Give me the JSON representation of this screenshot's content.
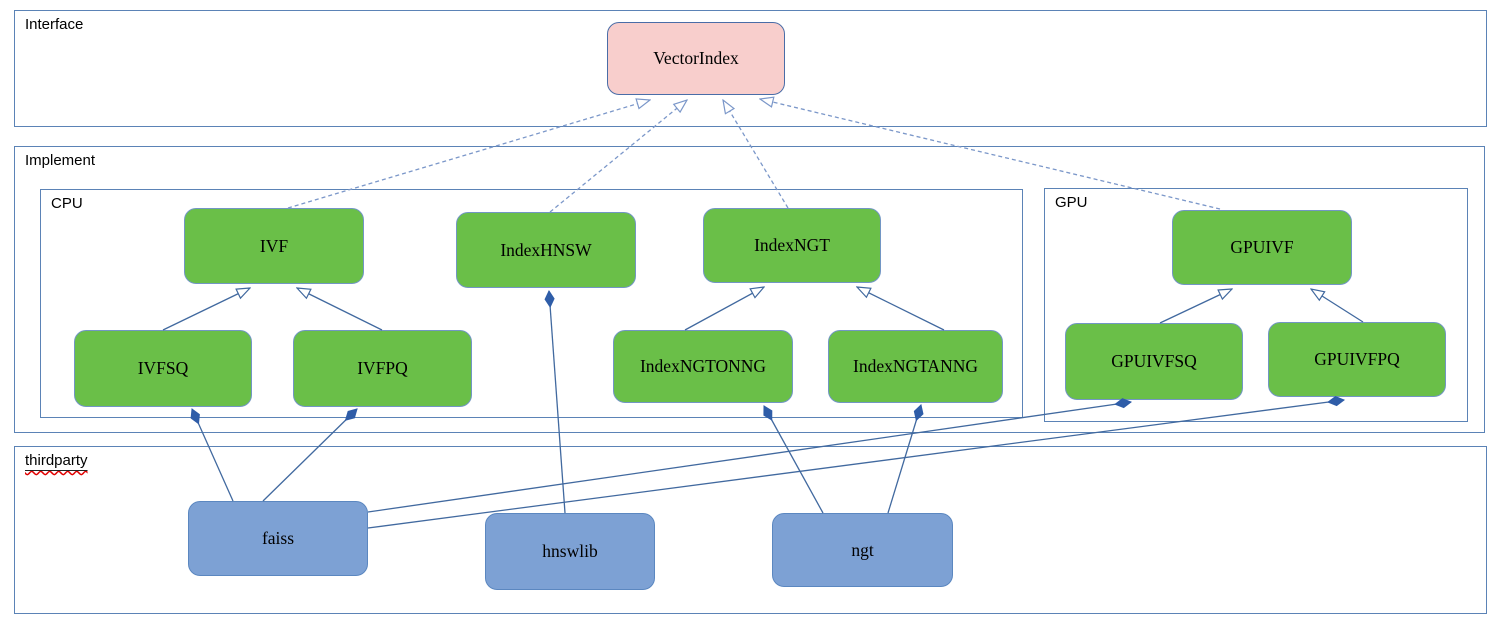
{
  "diagram": {
    "containers": {
      "interface": {
        "label": "Interface"
      },
      "implement": {
        "label": "Implement"
      },
      "cpu": {
        "label": "CPU"
      },
      "gpu": {
        "label": "GPU"
      },
      "thirdparty": {
        "label": "thirdparty"
      }
    },
    "nodes": {
      "vectorindex": {
        "label": "VectorIndex",
        "kind": "interface"
      },
      "ivf": {
        "label": "IVF",
        "kind": "class"
      },
      "indexhnsw": {
        "label": "IndexHNSW",
        "kind": "class"
      },
      "indexngt": {
        "label": "IndexNGT",
        "kind": "class"
      },
      "ivfsq": {
        "label": "IVFSQ",
        "kind": "class"
      },
      "ivfpq": {
        "label": "IVFPQ",
        "kind": "class"
      },
      "indexngtonng": {
        "label": "IndexNGTONNG",
        "kind": "class"
      },
      "indexngtanng": {
        "label": "IndexNGTANNG",
        "kind": "class"
      },
      "gpuivf": {
        "label": "GPUIVF",
        "kind": "class"
      },
      "gpuivfsq": {
        "label": "GPUIVFSQ",
        "kind": "class"
      },
      "gpuivfpq": {
        "label": "GPUIVFPQ",
        "kind": "class"
      },
      "faiss": {
        "label": "faiss",
        "kind": "library"
      },
      "hnswlib": {
        "label": "hnswlib",
        "kind": "library"
      },
      "ngt": {
        "label": "ngt",
        "kind": "library"
      }
    },
    "edges": [
      {
        "from": "ivf",
        "to": "vectorindex",
        "type": "realization"
      },
      {
        "from": "indexhnsw",
        "to": "vectorindex",
        "type": "realization"
      },
      {
        "from": "indexngt",
        "to": "vectorindex",
        "type": "realization"
      },
      {
        "from": "gpuivf",
        "to": "vectorindex",
        "type": "realization"
      },
      {
        "from": "ivfsq",
        "to": "ivf",
        "type": "generalization"
      },
      {
        "from": "ivfpq",
        "to": "ivf",
        "type": "generalization"
      },
      {
        "from": "indexngtonng",
        "to": "indexngt",
        "type": "generalization"
      },
      {
        "from": "indexngtanng",
        "to": "indexngt",
        "type": "generalization"
      },
      {
        "from": "gpuivfsq",
        "to": "gpuivf",
        "type": "generalization"
      },
      {
        "from": "gpuivfpq",
        "to": "gpuivf",
        "type": "generalization"
      },
      {
        "from": "faiss",
        "to": "ivfsq",
        "type": "composition"
      },
      {
        "from": "faiss",
        "to": "ivfpq",
        "type": "composition"
      },
      {
        "from": "faiss",
        "to": "gpuivfsq",
        "type": "composition"
      },
      {
        "from": "faiss",
        "to": "gpuivfpq",
        "type": "composition"
      },
      {
        "from": "hnswlib",
        "to": "indexhnsw",
        "type": "composition"
      },
      {
        "from": "ngt",
        "to": "indexngtonng",
        "type": "composition"
      },
      {
        "from": "ngt",
        "to": "indexngtanng",
        "type": "composition"
      }
    ],
    "colors": {
      "container_border": "#5b83b6",
      "interface_fill": "#f8cecc",
      "interface_border": "#4a6da7",
      "class_fill": "#6abf48",
      "class_border": "#7296c4",
      "library_fill": "#7da1d4",
      "library_border": "#5b87c0",
      "connector_solid": "#41699f",
      "connector_dashed": "#7b97c9",
      "composition_diamond": "#2f5da8",
      "spellcheck_underline": "#e00000",
      "label_text": "#000000"
    }
  }
}
